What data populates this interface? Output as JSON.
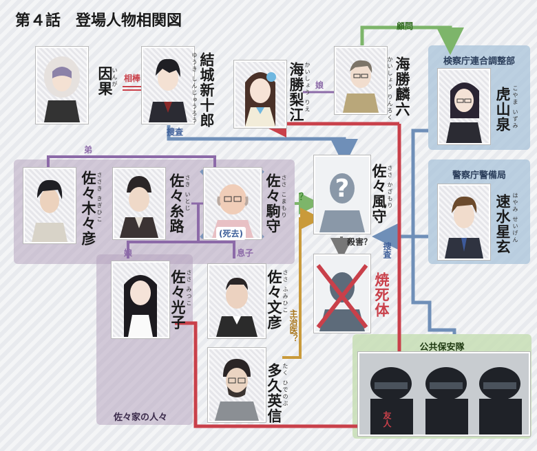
{
  "title": "第４話　登場人物相関図",
  "groups": {
    "sasa_family": "佐々家の人々",
    "kensatsu": "検察庁連合調整部",
    "keisatsu": "警察庁警備局",
    "kokyo": "公共保安隊"
  },
  "characters": {
    "inga": {
      "name": "因果",
      "ruby": "いんが"
    },
    "yuuki": {
      "name": "結城新十郎",
      "ruby": "ゆうき しんじゅうろう"
    },
    "kaishou_rie": {
      "name": "海勝梨江",
      "ruby": "かいしょう りえ"
    },
    "kaishou_rinroku": {
      "name": "海勝麟六",
      "ruby": "かいしょう りんろく"
    },
    "koyama": {
      "name": "虎山泉",
      "ruby": "こやま いずみ"
    },
    "hayami": {
      "name": "速水星玄",
      "ruby": "はやみ せいげん"
    },
    "sasaki": {
      "name": "佐々木々彦",
      "ruby": "ささき きぎひこ"
    },
    "itoji": {
      "name": "佐々糸路",
      "ruby": "さき いとじ"
    },
    "komamori": {
      "name": "佐々駒守",
      "ruby": "ささ こまもり"
    },
    "kazamori": {
      "name": "佐々風守",
      "ruby": "ささ かざもり"
    },
    "mitsuko": {
      "name": "佐々光子",
      "ruby": "ささ みつこ"
    },
    "fumihiko": {
      "name": "佐々文彦",
      "ruby": "ささ ふみひこ"
    },
    "taku": {
      "name": "多久英信",
      "ruby": "たく ひでのぶ"
    }
  },
  "labels": {
    "aibou": "相棒",
    "musume_top": "娘",
    "komon": "顧問",
    "sousa_left": "捜査",
    "otouto": "弟",
    "q_mark": "？",
    "shikyo": "(死去)",
    "satsugai": "殺害？",
    "sousa_right": "捜査",
    "musume_mid": "娘",
    "musuko": "息子",
    "shoushi_i": "主治医？",
    "yuujin": "友人",
    "shoushitai": "焼死体"
  },
  "colors": {
    "red": "#c9404a",
    "blue": "#6f8fb8",
    "green": "#7db56a",
    "purple": "#8c6aa8",
    "gold": "#c99a3a",
    "gray": "#777777",
    "family_bg": "#b7a4c0",
    "gov_bg": "#a9c3d9",
    "green_bg": "#c7deb5"
  }
}
